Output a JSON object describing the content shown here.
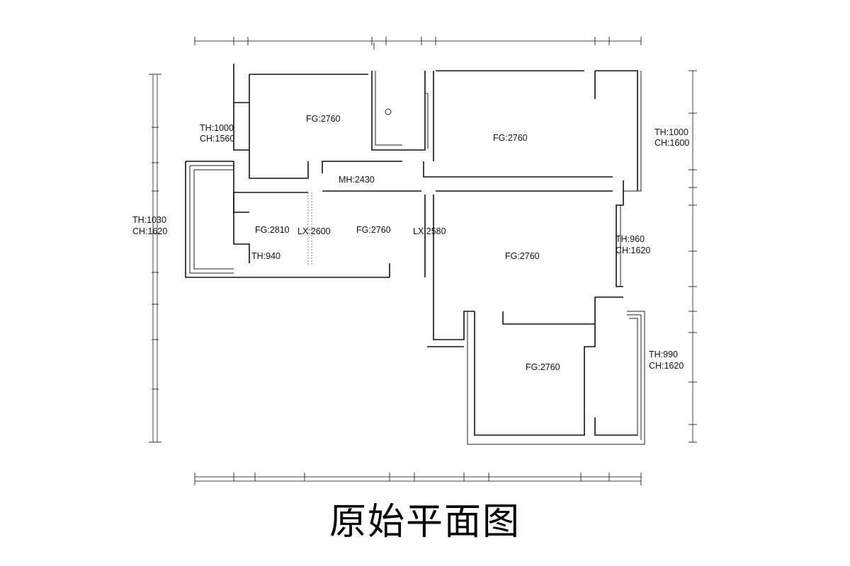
{
  "title": "原始平面图",
  "labels": {
    "bed_ne_fg": "FG:2760",
    "bed_ne_th": "TH:1000",
    "bed_ne_ch": "CH:1600",
    "bed_nw_fg": "FG:2760",
    "bed_nw_th": "TH:1000",
    "bed_nw_ch": "CH:1560",
    "corridor_mh": "MH:2430",
    "west_th": "TH:1030",
    "west_ch": "CH:1620",
    "kitchen_fg": "FG:2810",
    "kitchen_lx": "LX:2600",
    "kitchen_th": "TH:940",
    "dining_fg": "FG:2760",
    "dining_lx": "LX:2580",
    "living_fg": "FG:2760",
    "east_th": "TH:960",
    "east_ch": "CH:1620",
    "bed_se_fg": "FG:2760",
    "bed_se_th": "TH:990",
    "bed_se_ch": "CH:1620"
  }
}
